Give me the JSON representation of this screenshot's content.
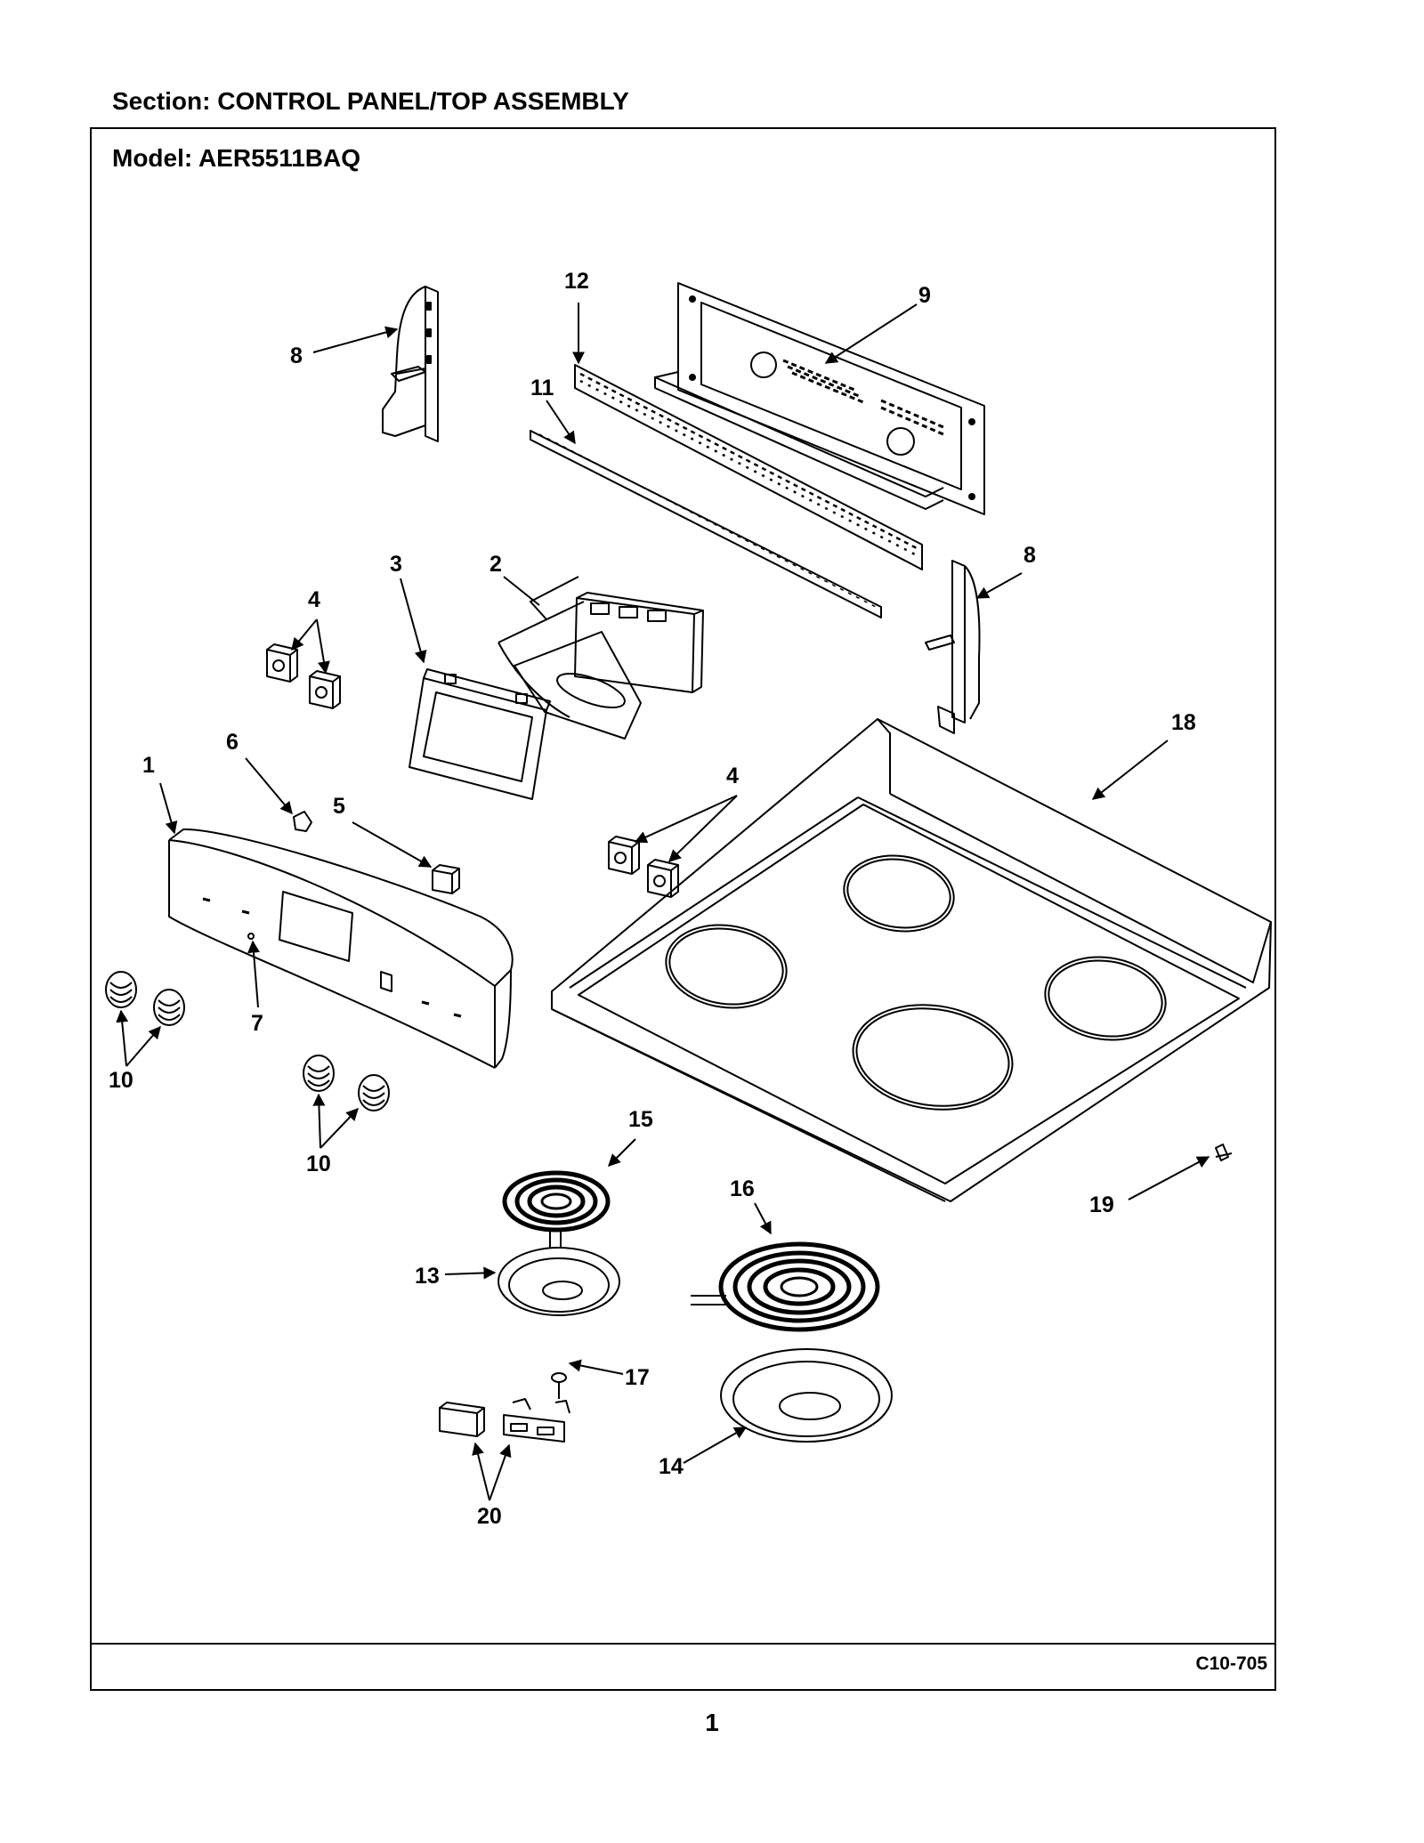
{
  "header": {
    "section": "Section:  CONTROL PANEL/TOP ASSEMBLY",
    "model": "Model:  AER5511BAQ"
  },
  "footer": {
    "code": "C10-705",
    "page": "1"
  },
  "callouts": {
    "c1": "1",
    "c2": "2",
    "c3": "3",
    "c4a": "4",
    "c4b": "4",
    "c5": "5",
    "c6": "6",
    "c7": "7",
    "c8a": "8",
    "c8b": "8",
    "c9": "9",
    "c10a": "10",
    "c10b": "10",
    "c11": "11",
    "c12": "12",
    "c13": "13",
    "c14": "14",
    "c15": "15",
    "c16": "16",
    "c17": "17",
    "c18": "18",
    "c19": "19",
    "c20": "20"
  }
}
